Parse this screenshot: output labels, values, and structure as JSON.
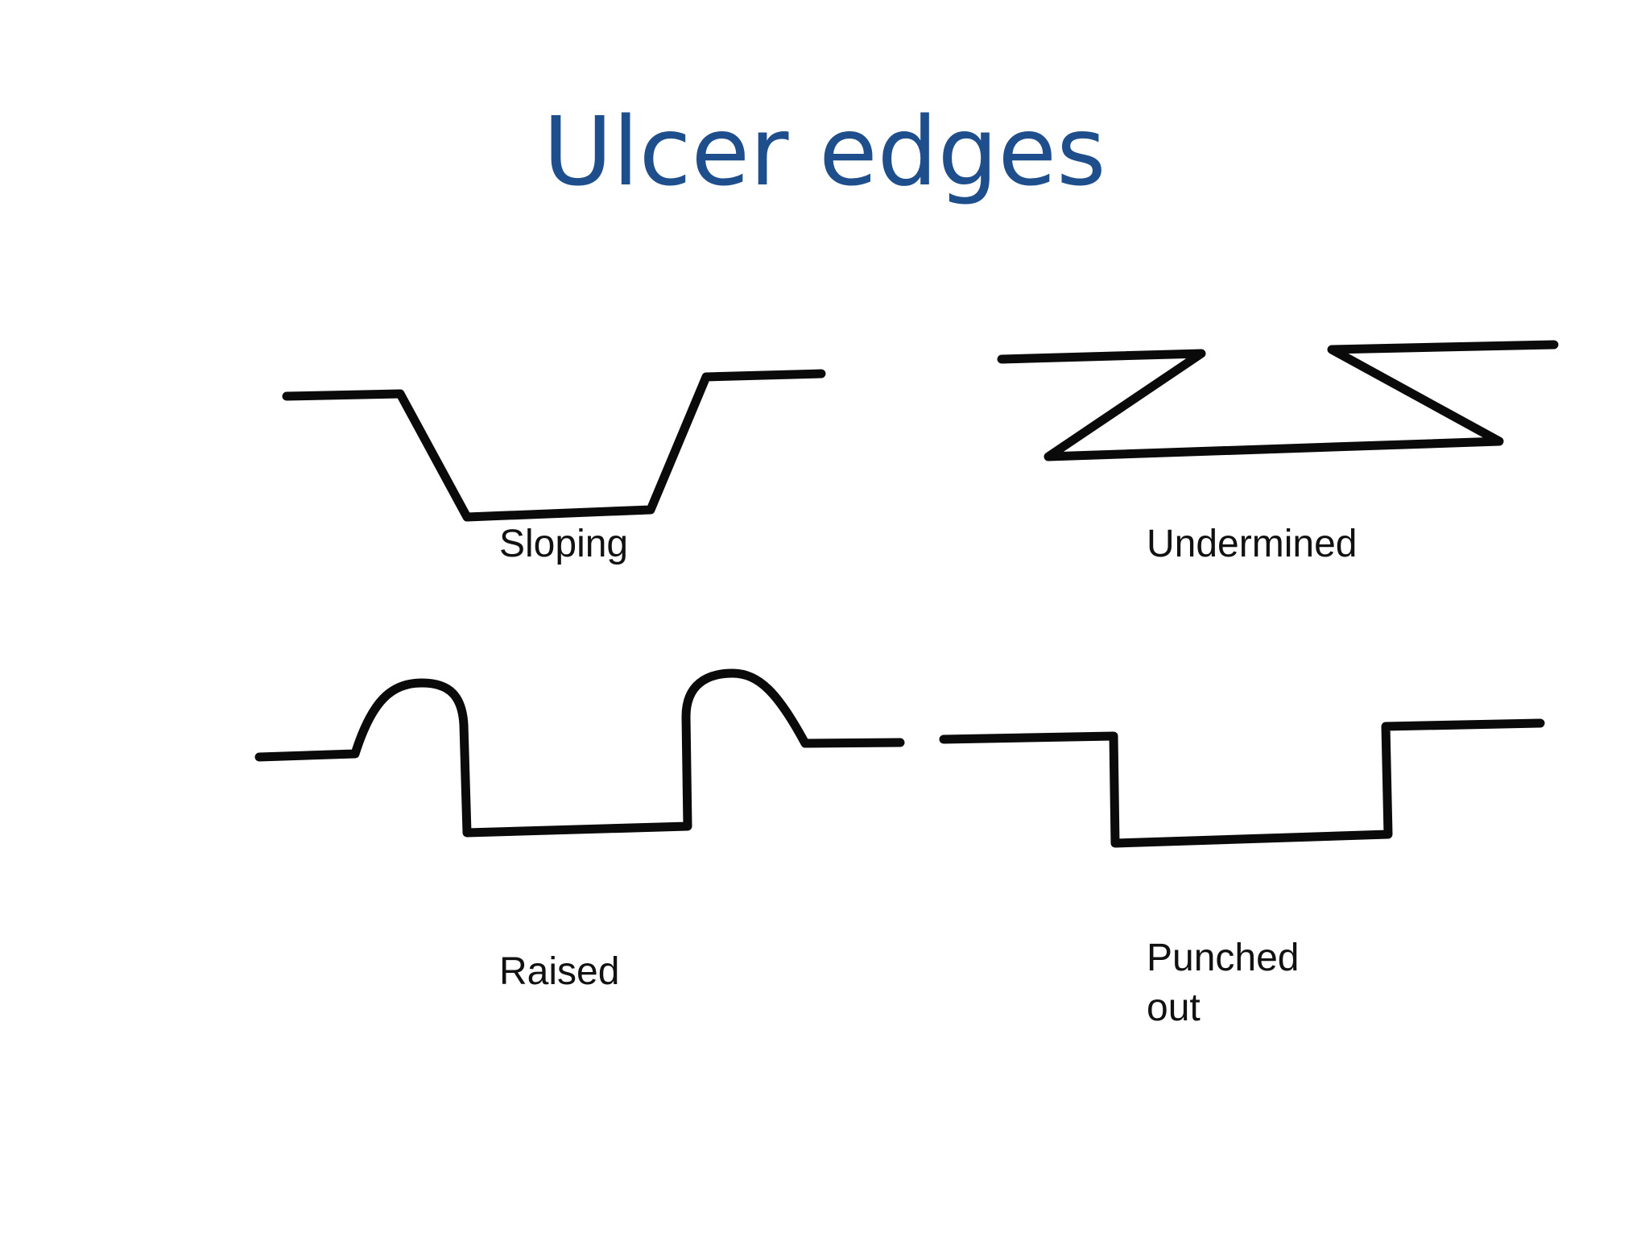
{
  "slide": {
    "title": "Ulcer edges",
    "labels": {
      "sloping": "Sloping",
      "undermined": "Undermined",
      "raised": "Raised",
      "punched_line1": "Punched",
      "punched_line2": "out"
    }
  },
  "colors": {
    "title": "#1f4e8c",
    "stroke": "#0a0a0a",
    "label": "#111111",
    "background": "#ffffff"
  }
}
